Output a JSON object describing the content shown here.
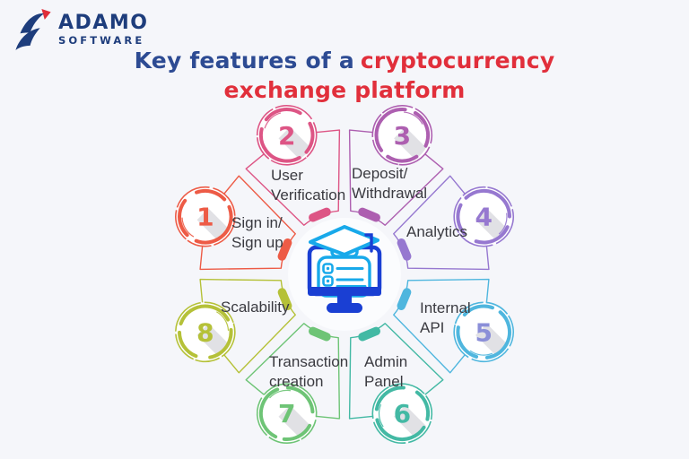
{
  "brand": {
    "name": "ADAMO",
    "sub": "SOFTWARE"
  },
  "title": {
    "blue": "Key features of a",
    "red1": "cryptocurrency",
    "red2": "exchange platform"
  },
  "colors": {
    "background": "#f5f6fa",
    "title_blue": "#2d4b93",
    "title_red": "#e12f3b",
    "logo_navy": "#1e3d7c",
    "logo_red": "#e02d39",
    "label_text": "#3a3a40",
    "monitor_blue": "#1a3fd3",
    "icon_cyan": "#18a9ea",
    "shadow_gray": "#d9dade",
    "circle_fill": "#ffffff",
    "center_fill": "#fbfcfe"
  },
  "diagram": {
    "center_icon": "monitor-with-graduation-cap",
    "segments": [
      {
        "number": "1",
        "label1": "Sign in/",
        "label2": "Sign up",
        "color": "#ed5b46",
        "angle": 157.5
      },
      {
        "number": "2",
        "label1": "User",
        "label2": "Verification",
        "color": "#dd5585",
        "angle": 112.5
      },
      {
        "number": "3",
        "label1": "Deposit/",
        "label2": "Withdrawal",
        "color": "#ad5fb0",
        "angle": 67.5
      },
      {
        "number": "4",
        "label1": "Analytics",
        "label2": "",
        "color": "#9678d0",
        "angle": 22.5
      },
      {
        "number": "5",
        "label1": "Internal",
        "label2": "API",
        "color": "#4fb6de",
        "number_color": "#8b8fd8",
        "angle": -22.5
      },
      {
        "number": "6",
        "label1": "Admin",
        "label2": "Panel",
        "color": "#43b9a4",
        "angle": -67.5
      },
      {
        "number": "7",
        "label1": "Transaction",
        "label2": "creation",
        "color": "#6ec476",
        "angle": -112.5
      },
      {
        "number": "8",
        "label1": "Scalability",
        "label2": "",
        "color": "#b5c138",
        "angle": -157.5
      }
    ]
  }
}
